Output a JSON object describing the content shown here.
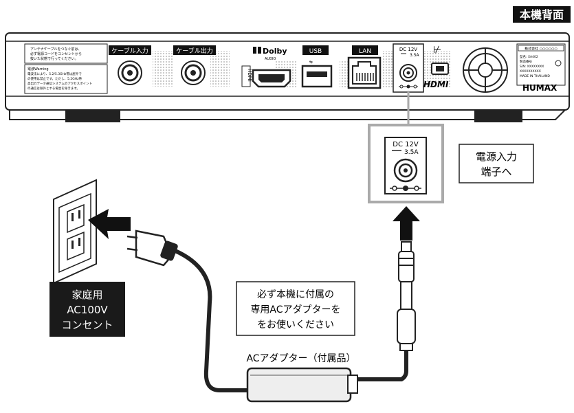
{
  "header": {
    "label": "本機背面"
  },
  "device": {
    "notice_lines": [
      "アンテナケーブルをつなぐ前は、",
      "必ず電源コードをコンセントから",
      "抜いた状態で行ってください。"
    ],
    "warning_lines": [
      "電波Warning",
      "電波法により、5.2/5.3GHz帯は屋外で",
      "の使用は禁止です。ただし、5.2GHz帯",
      "高出力データ通信システムのアクセスポイント",
      "の通信は除外とする場合を除きます。"
    ],
    "port_labels": {
      "cable_in": "ケーブル入力",
      "cable_out": "ケーブル出力",
      "dolby": "Dolby",
      "dolby_sub": "AUDIO",
      "hdmi_vertical": "HDMI",
      "usb": "USB",
      "lan": "LAN",
      "dc_line1": "DC 12V",
      "dc_line2": "3.5A",
      "hdmi_logo": "HDMI",
      "brand": "HUMAX",
      "sticker_title": "株式会社 ○○○○○○",
      "sticker_lines": [
        "型名: XA402",
        "製造番号",
        "S/N: XXXXXXXX",
        "XXXXXXXXXX",
        "MADE IN THAILAND"
      ]
    }
  },
  "zoom": {
    "line1": "DC 12V",
    "line2": "3.5A"
  },
  "power_label": {
    "line1": "電源入力",
    "line2": "端子へ"
  },
  "outlet_label": {
    "line1": "家庭用",
    "line2": "AC100V",
    "line3": "コンセント"
  },
  "notice_box": {
    "line1": "必ず本機に付属の",
    "line2": "専用ACアダプターを",
    "line3": "をお使いください"
  },
  "adapter_label": "ACアダプター（付属品）"
}
